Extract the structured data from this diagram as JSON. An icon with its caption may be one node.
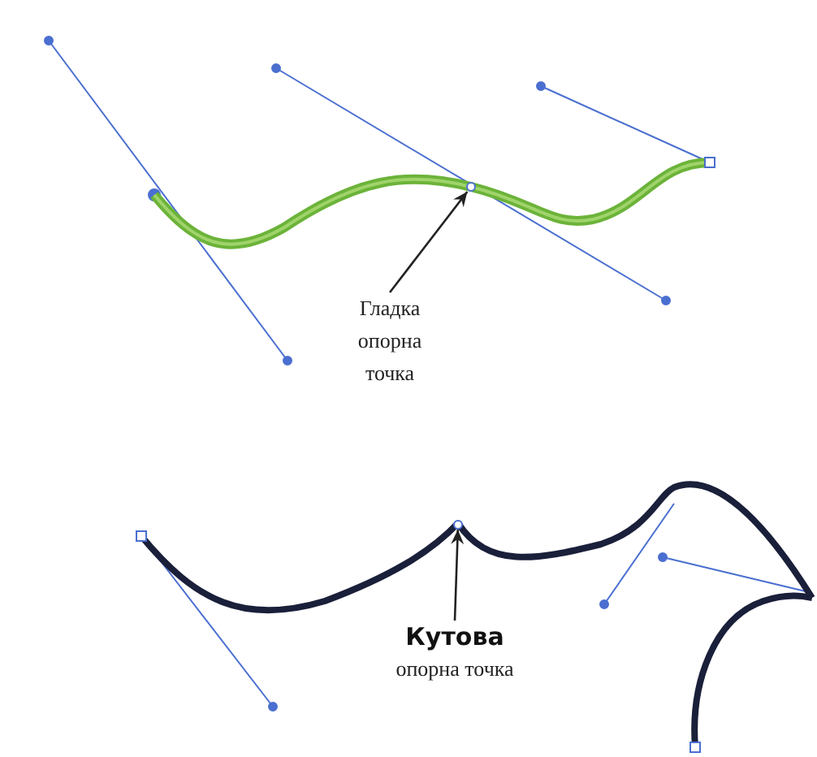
{
  "diagram": {
    "nodes": [
      {
        "text": [
          "Гладка опорна точка"
        ]
      },
      {
        "text": [],
        "shape": "circle"
      },
      {
        "text": [
          "**Кутова** опорна точка"
        ]
      },
      {
        "text": [],
        "shape": "circle"
      }
    ],
    "edges": [
      {
        "from": 0,
        "to": 1,
        "arrow": "to"
      },
      {
        "from": 2,
        "to": 3,
        "arrow": "to"
      }
    ]
  }
}
